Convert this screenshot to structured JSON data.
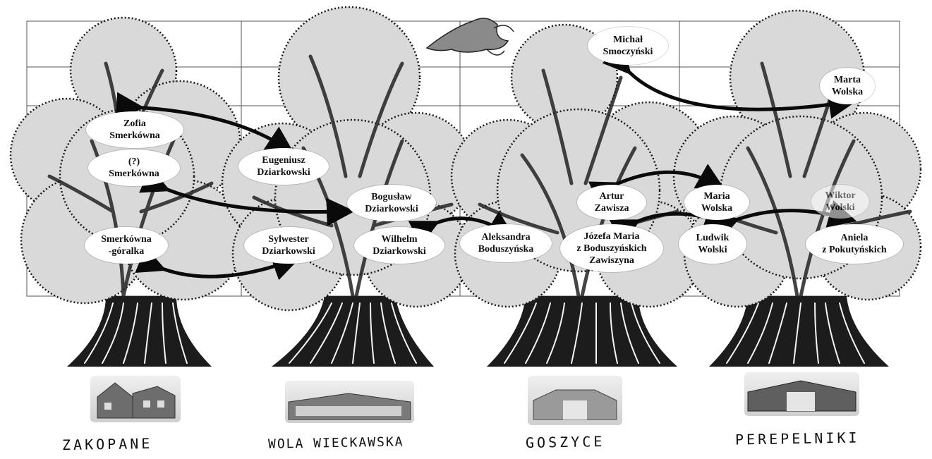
{
  "people": [
    {
      "id": "zofia",
      "name": "Zofia\nSmerkówna"
    },
    {
      "id": "smerkowna",
      "name": "(?)\nSmerkówna"
    },
    {
      "id": "smerkowna_goralka",
      "name": "Smerkówna\n-góralka"
    },
    {
      "id": "eugeniusz",
      "name": "Eugeniusz\nDziarkowski"
    },
    {
      "id": "boguslaw",
      "name": "Bogusław\nDziarkowski"
    },
    {
      "id": "sylwester",
      "name": "Sylwester\nDziarkowski"
    },
    {
      "id": "wilhelm",
      "name": "Wilhelm\nDziarkowski"
    },
    {
      "id": "aleksandra",
      "name": "Aleksandra\nBoduszyńska"
    },
    {
      "id": "artur",
      "name": "Artur\nZawisza"
    },
    {
      "id": "jozefa",
      "name": "Józefa Maria\nz Boduszyńskich\nZawiszyna"
    },
    {
      "id": "michal",
      "name": "Michał\nSmoczyński"
    },
    {
      "id": "marta",
      "name": "Marta\nWolska"
    },
    {
      "id": "maria",
      "name": "Maria\nWolska"
    },
    {
      "id": "ludwik",
      "name": "Ludwik\nWolski"
    },
    {
      "id": "wiktor",
      "name": "Wiktor\nWolski"
    },
    {
      "id": "aniela",
      "name": "Aniela\nz Pokutyńskich"
    }
  ],
  "places": [
    "ZAKOPANE",
    "WOLA WIECKAWSKA",
    "GOSZYCE",
    "PEREPELNIKI"
  ],
  "links": [
    [
      "zofia",
      "eugeniusz"
    ],
    [
      "smerkowna",
      "boguslaw"
    ],
    [
      "smerkowna_goralka",
      "sylwester"
    ],
    [
      "wilhelm",
      "aleksandra"
    ],
    [
      "michal",
      "marta"
    ],
    [
      "artur",
      "maria"
    ],
    [
      "jozefa",
      "ludwik"
    ],
    [
      "ludwik",
      "aniela"
    ]
  ],
  "colors": {
    "ink": "#111111",
    "foliage": "#d9d9d9",
    "trunk": "#1c1c1c",
    "paper": "#ffffff"
  }
}
